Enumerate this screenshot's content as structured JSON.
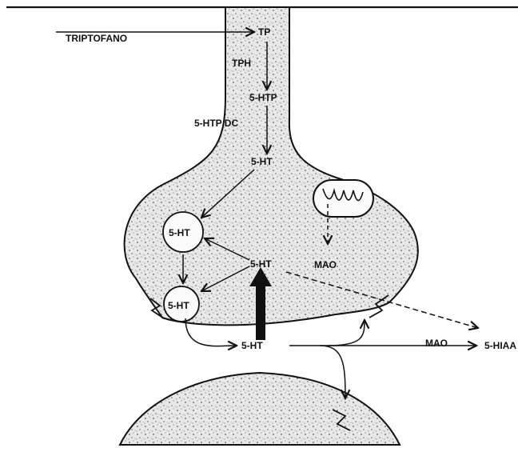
{
  "labels": {
    "precursor": "TRIPTOFANO",
    "tp": "TP",
    "enzyme_tph": "TPH",
    "intermediate": "5-HTP",
    "enzyme_dc": "5-HTP DC",
    "serotonin_synth": "5-HT",
    "vesicle_top": "5-HT",
    "vesicle_bottom": "5-HT",
    "serotonin_cyto": "5-HT",
    "mao_inner": "MAO",
    "serotonin_cleft": "5-HT",
    "mao_outer": "MAO",
    "metabolite": "5-HIAA"
  }
}
